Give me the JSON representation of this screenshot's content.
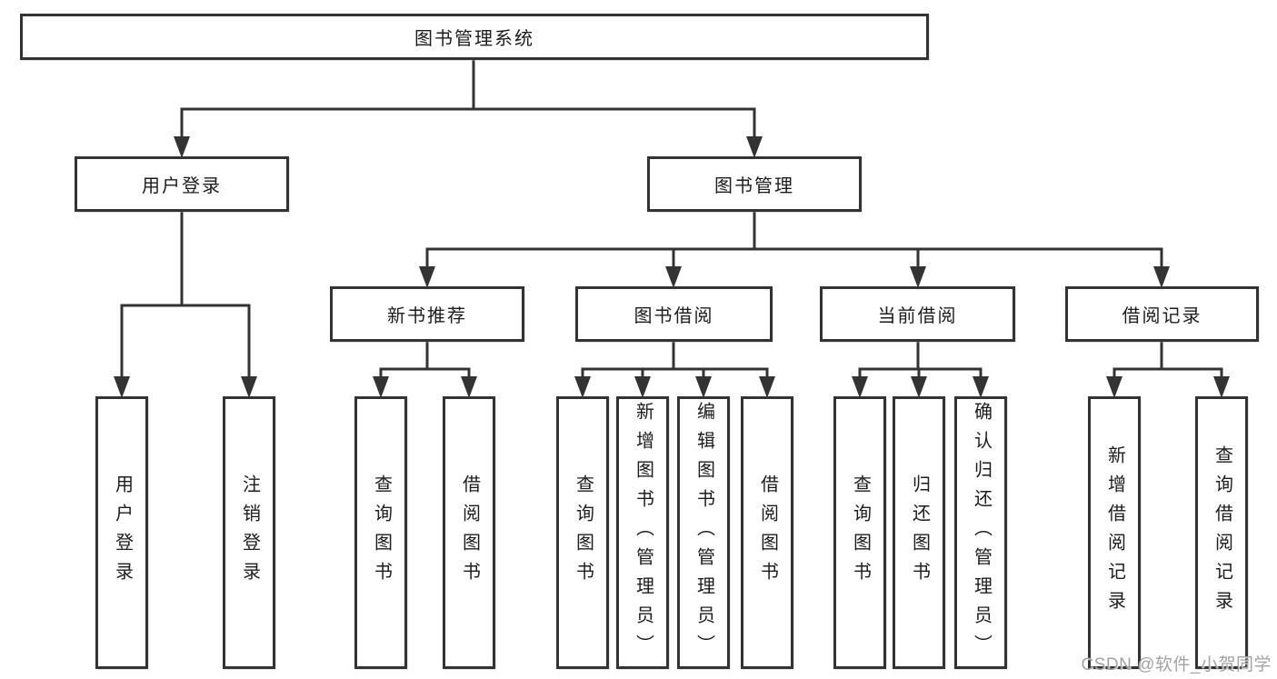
{
  "tree": {
    "label": "图书管理系统",
    "children": [
      {
        "label": "用户登录",
        "children": [
          {
            "label": "用户登录"
          },
          {
            "label": "注销登录"
          }
        ]
      },
      {
        "label": "图书管理",
        "children": [
          {
            "label": "新书推荐",
            "children": [
              {
                "label": "查询图书"
              },
              {
                "label": "借阅图书"
              }
            ]
          },
          {
            "label": "图书借阅",
            "children": [
              {
                "label": "查询图书"
              },
              {
                "label": "新增图书（管理员）"
              },
              {
                "label": "编辑图书（管理员）"
              },
              {
                "label": "借阅图书"
              }
            ]
          },
          {
            "label": "当前借阅",
            "children": [
              {
                "label": "查询图书"
              },
              {
                "label": "归还图书"
              },
              {
                "label": "确认归还（管理员）"
              }
            ]
          },
          {
            "label": "借阅记录",
            "children": [
              {
                "label": "新增借阅记录"
              },
              {
                "label": "查询借阅记录"
              }
            ]
          }
        ]
      }
    ]
  },
  "watermark": {
    "text": "CSDN @软件_小贺同学"
  },
  "colors": {
    "line": "#333333",
    "text": "#1c1c1c",
    "background": "#ffffff",
    "watermark": "#a3a3a3"
  }
}
